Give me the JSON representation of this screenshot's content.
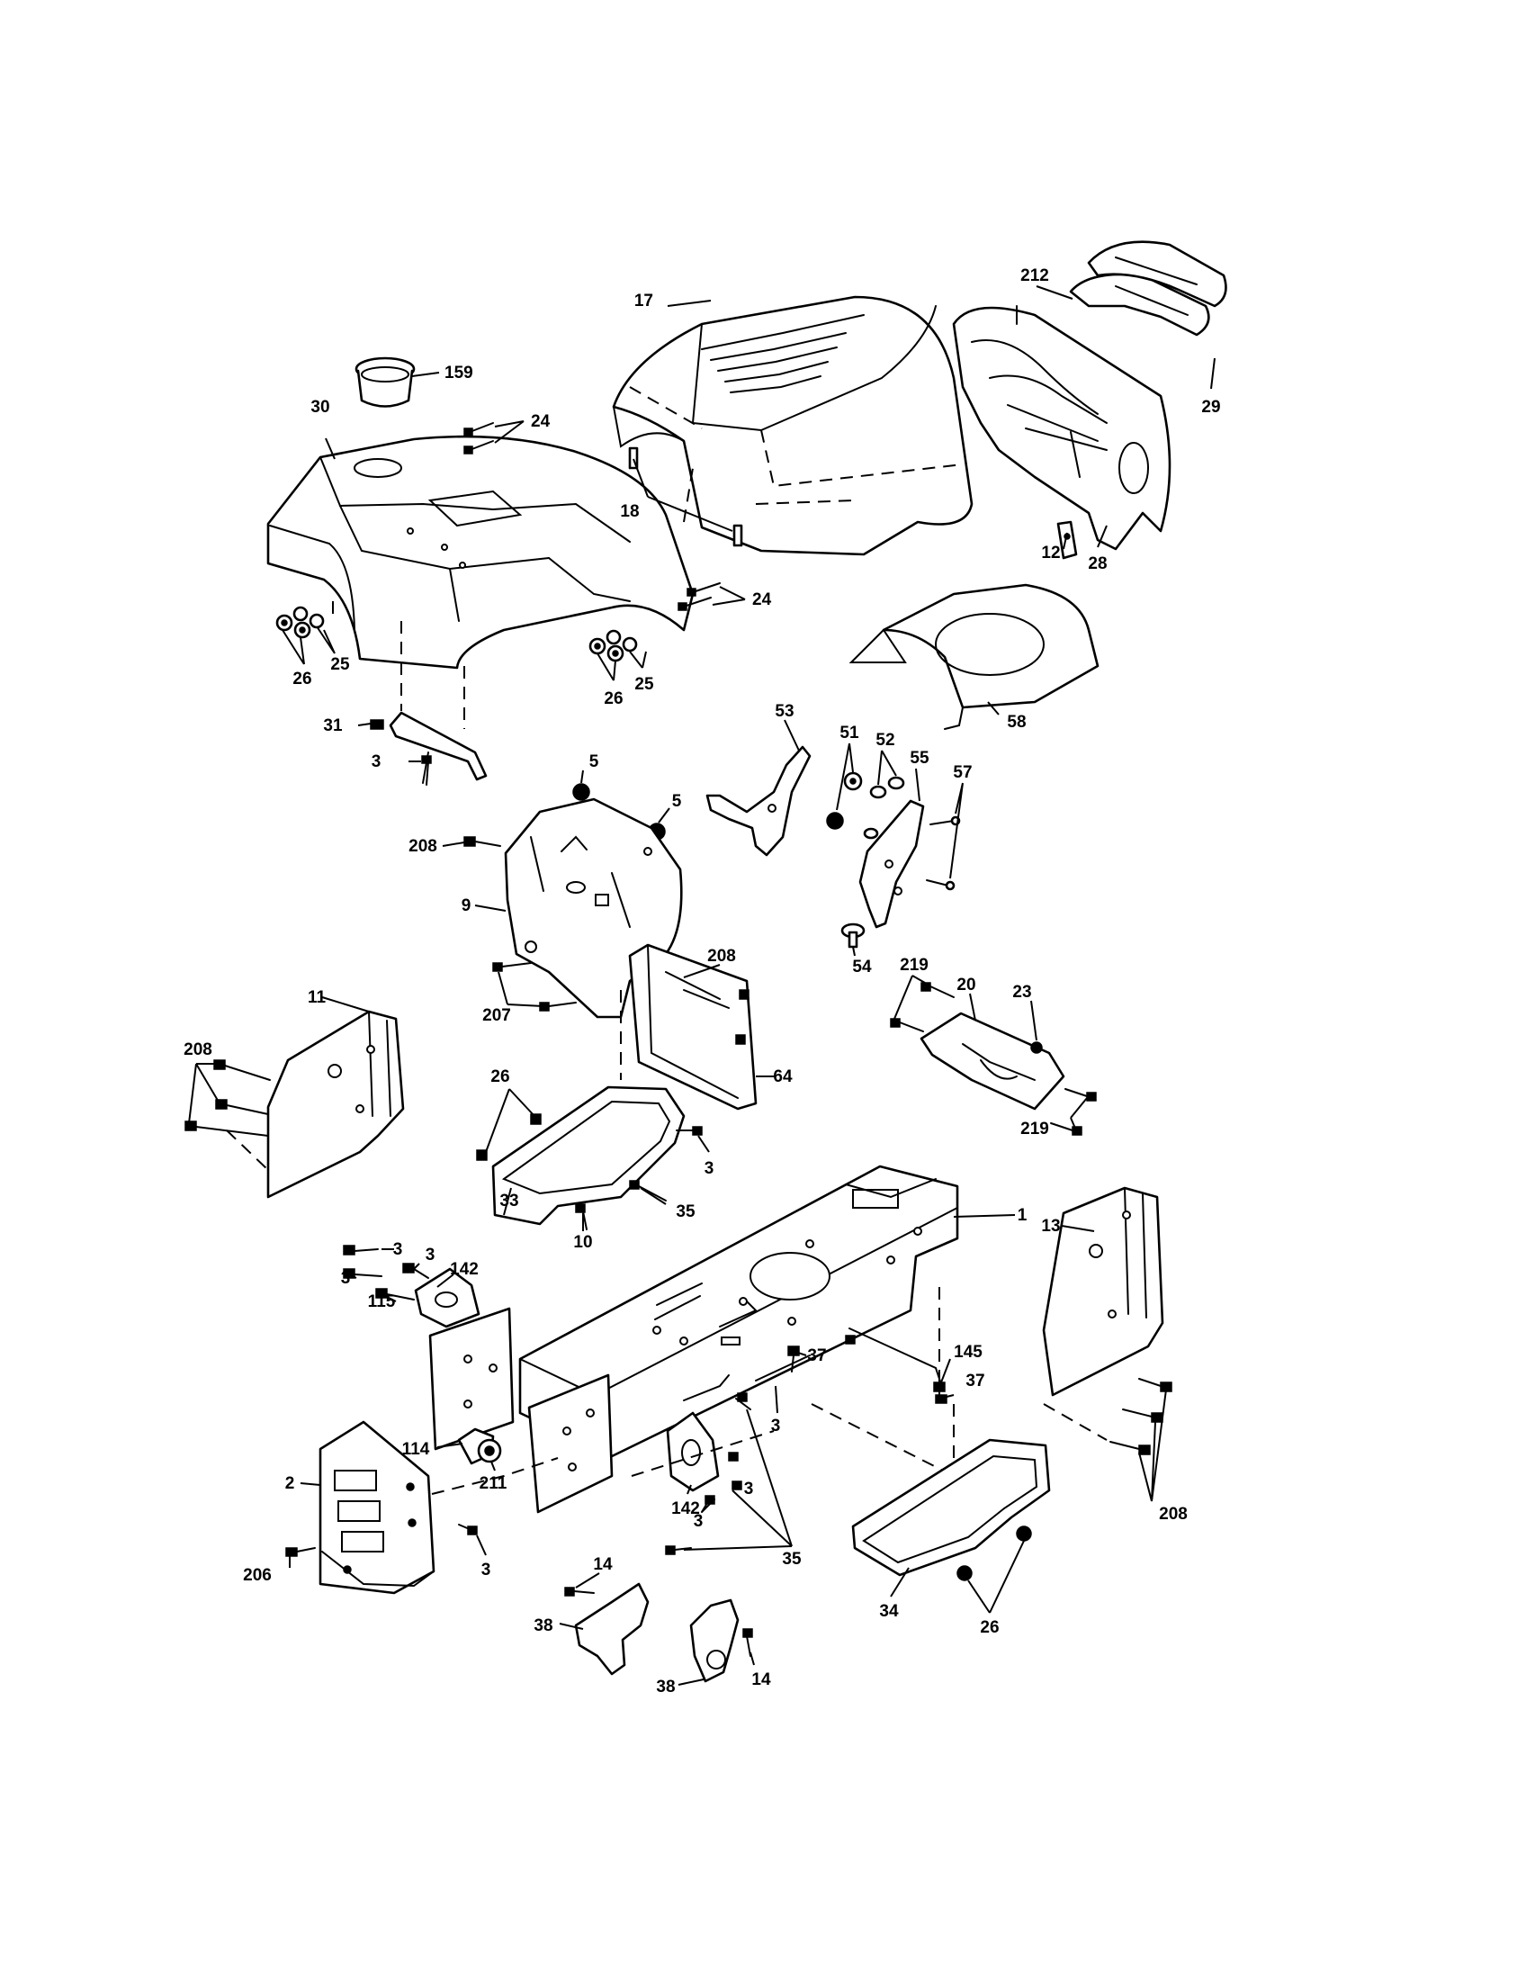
{
  "diagram": {
    "callouts": [
      {
        "id": "c17",
        "label": "17"
      },
      {
        "id": "c212",
        "label": "212"
      },
      {
        "id": "c159",
        "label": "159"
      },
      {
        "id": "c30",
        "label": "30"
      },
      {
        "id": "c24a",
        "label": "24"
      },
      {
        "id": "c18",
        "label": "18"
      },
      {
        "id": "c29",
        "label": "29"
      },
      {
        "id": "c12",
        "label": "12"
      },
      {
        "id": "c28",
        "label": "28"
      },
      {
        "id": "c24b",
        "label": "24"
      },
      {
        "id": "c26a",
        "label": "26"
      },
      {
        "id": "c25a",
        "label": "25"
      },
      {
        "id": "c26b",
        "label": "26"
      },
      {
        "id": "c25b",
        "label": "25"
      },
      {
        "id": "c58",
        "label": "58"
      },
      {
        "id": "c31",
        "label": "31"
      },
      {
        "id": "c3a",
        "label": "3"
      },
      {
        "id": "c53",
        "label": "53"
      },
      {
        "id": "c51",
        "label": "51"
      },
      {
        "id": "c52",
        "label": "52"
      },
      {
        "id": "c55",
        "label": "55"
      },
      {
        "id": "c57",
        "label": "57"
      },
      {
        "id": "c5a",
        "label": "5"
      },
      {
        "id": "c5b",
        "label": "5"
      },
      {
        "id": "c208a",
        "label": "208"
      },
      {
        "id": "c9",
        "label": "9"
      },
      {
        "id": "c54",
        "label": "54"
      },
      {
        "id": "c219a",
        "label": "219"
      },
      {
        "id": "c20",
        "label": "20"
      },
      {
        "id": "c23",
        "label": "23"
      },
      {
        "id": "c208b",
        "label": "208"
      },
      {
        "id": "c207",
        "label": "207"
      },
      {
        "id": "c208c",
        "label": "208"
      },
      {
        "id": "c11",
        "label": "11"
      },
      {
        "id": "c64",
        "label": "64"
      },
      {
        "id": "c219b",
        "label": "219"
      },
      {
        "id": "c26c",
        "label": "26"
      },
      {
        "id": "c3b",
        "label": "3"
      },
      {
        "id": "c35a",
        "label": "35"
      },
      {
        "id": "c33",
        "label": "33"
      },
      {
        "id": "c10",
        "label": "10"
      },
      {
        "id": "c1",
        "label": "1"
      },
      {
        "id": "c13",
        "label": "13"
      },
      {
        "id": "c3c",
        "label": "3"
      },
      {
        "id": "c3d",
        "label": "3"
      },
      {
        "id": "c3e",
        "label": "3"
      },
      {
        "id": "c142a",
        "label": "142"
      },
      {
        "id": "c115",
        "label": "115"
      },
      {
        "id": "c37a",
        "label": "37"
      },
      {
        "id": "c145",
        "label": "145"
      },
      {
        "id": "c37b",
        "label": "37"
      },
      {
        "id": "c3f",
        "label": "3"
      },
      {
        "id": "c114",
        "label": "114"
      },
      {
        "id": "c211",
        "label": "211"
      },
      {
        "id": "c2",
        "label": "2"
      },
      {
        "id": "c142b",
        "label": "142"
      },
      {
        "id": "c3g",
        "label": "3"
      },
      {
        "id": "c3h",
        "label": "3"
      },
      {
        "id": "c208d",
        "label": "208"
      },
      {
        "id": "c35b",
        "label": "35"
      },
      {
        "id": "c3i",
        "label": "3"
      },
      {
        "id": "c206",
        "label": "206"
      },
      {
        "id": "c14a",
        "label": "14"
      },
      {
        "id": "c34",
        "label": "34"
      },
      {
        "id": "c26d",
        "label": "26"
      },
      {
        "id": "c38a",
        "label": "38"
      },
      {
        "id": "c38b",
        "label": "38"
      },
      {
        "id": "c14b",
        "label": "14"
      }
    ]
  }
}
